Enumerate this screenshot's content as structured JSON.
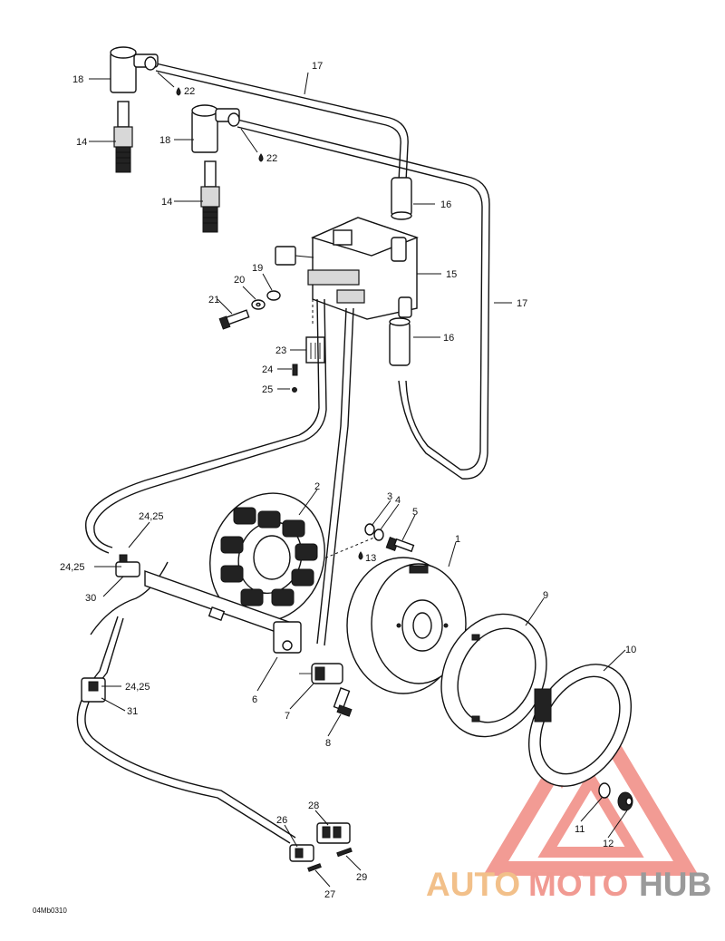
{
  "callouts": {
    "c1": "1",
    "c2": "2",
    "c3": "3",
    "c4": "4",
    "c5": "5",
    "c6": "6",
    "c7": "7",
    "c8": "8",
    "c9": "9",
    "c10": "10",
    "c11": "11",
    "c12": "12",
    "c13": "13",
    "c14a": "14",
    "c14b": "14",
    "c15": "15",
    "c16a": "16",
    "c16b": "16",
    "c17a": "17",
    "c17b": "17",
    "c18a": "18",
    "c18b": "18",
    "c19": "19",
    "c20": "20",
    "c21": "21",
    "c22a": "22",
    "c22b": "22",
    "c23": "23",
    "c24": "24",
    "c25": "25",
    "c2425a": "24,25",
    "c2425b": "24,25",
    "c2425c": "24,25",
    "c26": "26",
    "c27": "27",
    "c28": "28",
    "c29": "29",
    "c30": "30",
    "c31": "31"
  },
  "doc_id": "04Mb0310",
  "watermark": {
    "auto": "AUTO",
    "moto": "MOTO",
    "hub": "HUB",
    "triangle_color": "#f08a82"
  }
}
